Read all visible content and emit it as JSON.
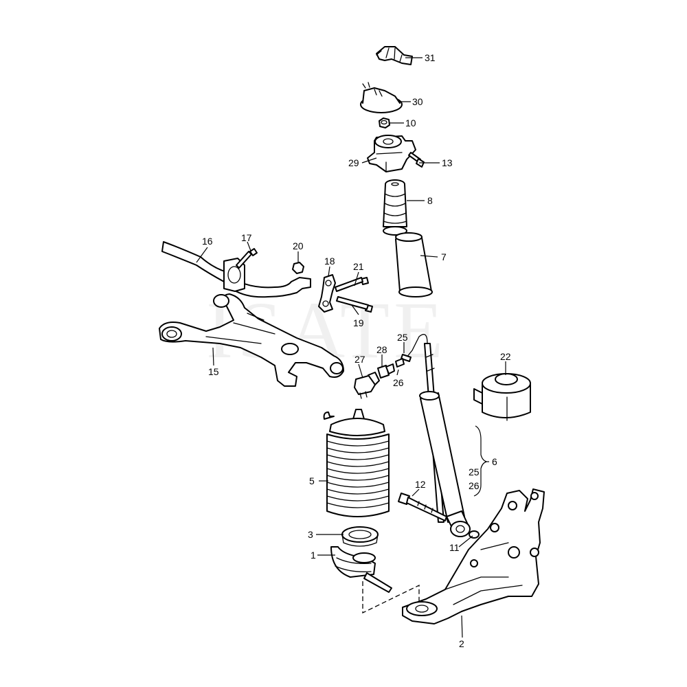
{
  "watermark": "ISATE",
  "callouts": {
    "c31": "31",
    "c30": "30",
    "c10": "10",
    "c13": "13",
    "c29": "29",
    "c8": "8",
    "c7": "7",
    "c16": "16",
    "c17": "17",
    "c20": "20",
    "c18": "18",
    "c21": "21",
    "c19": "19",
    "c15": "15",
    "c25a": "25",
    "c28": "28",
    "c27": "27",
    "c26a": "26",
    "c22": "22",
    "c6": "6",
    "c25b": "25",
    "c26b": "26",
    "c5": "5",
    "c12": "12",
    "c3": "3",
    "c11": "11",
    "c1": "1",
    "c2": "2"
  }
}
